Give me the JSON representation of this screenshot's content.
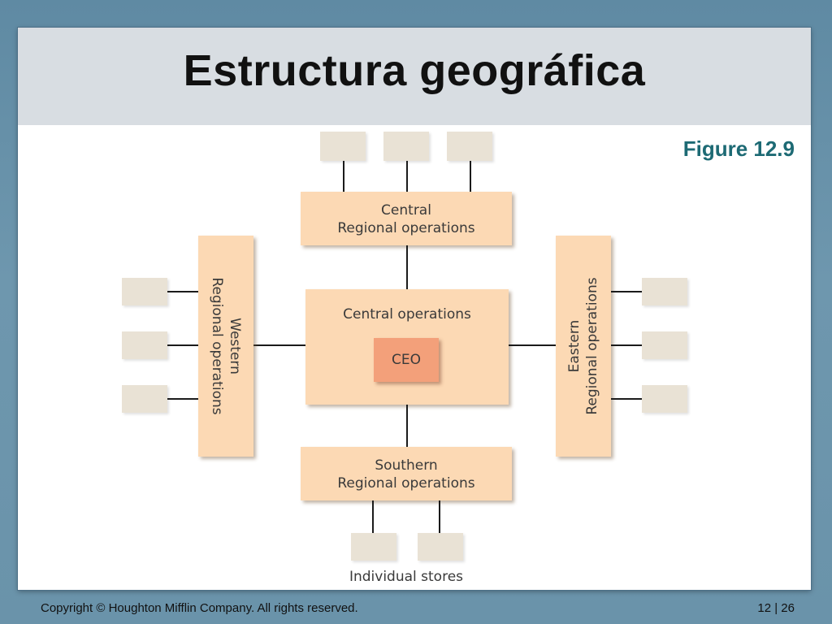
{
  "slide": {
    "title": "Estructura geográfica",
    "figure_label": "Figure 12.9"
  },
  "diagram": {
    "central_region": {
      "line1": "Central",
      "line2": "Regional operations"
    },
    "central_ops": {
      "label": "Central operations"
    },
    "ceo": {
      "label": "CEO"
    },
    "western_region": {
      "line1": "Western",
      "line2": "Regional operations"
    },
    "eastern_region": {
      "line1": "Eastern",
      "line2": "Regional operations"
    },
    "southern_region": {
      "line1": "Southern",
      "line2": "Regional operations"
    },
    "stores_caption": "Individual stores"
  },
  "footer": {
    "copyright": "Copyright © Houghton Mifflin Company. All rights reserved.",
    "page": "12 | 26"
  }
}
